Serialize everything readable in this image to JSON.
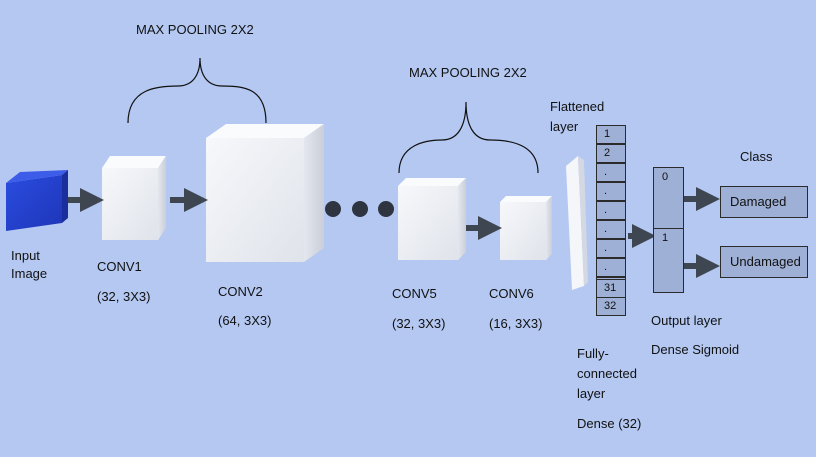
{
  "diagram": {
    "pool1_label": "MAX POOLING 2X2",
    "pool2_label": "MAX POOLING 2X2",
    "input_label_1": "Input",
    "input_label_2": "Image",
    "conv1": {
      "name": "CONV1",
      "params": "(32, 3X3)"
    },
    "conv2": {
      "name": "CONV2",
      "params": "(64, 3X3)"
    },
    "conv5": {
      "name": "CONV5",
      "params": "(32, 3X3)"
    },
    "conv6": {
      "name": "CONV6",
      "params": "(16, 3X3)"
    },
    "flattened_label_1": "Flattened",
    "flattened_label_2": "layer",
    "flattened_cells": [
      "1",
      "2",
      ".",
      ".",
      ".",
      ".",
      ".",
      ".",
      ".",
      "31",
      "32"
    ],
    "fc_label_1": "Fully-",
    "fc_label_2": "connected",
    "fc_label_3": "layer",
    "fc_dense": "Dense (32)",
    "output_nodes": [
      "0",
      "1"
    ],
    "output_label": "Output layer",
    "output_activation": "Dense Sigmoid",
    "class_header": "Class",
    "classes": [
      "Damaged",
      "Undamaged"
    ],
    "colors": {
      "background": "#b4c8f2",
      "input_cube": "#2444d6",
      "conv_cube": "#f2f4f8",
      "box_fill": "#9fb0d6",
      "arrow": "#3e4652"
    }
  }
}
